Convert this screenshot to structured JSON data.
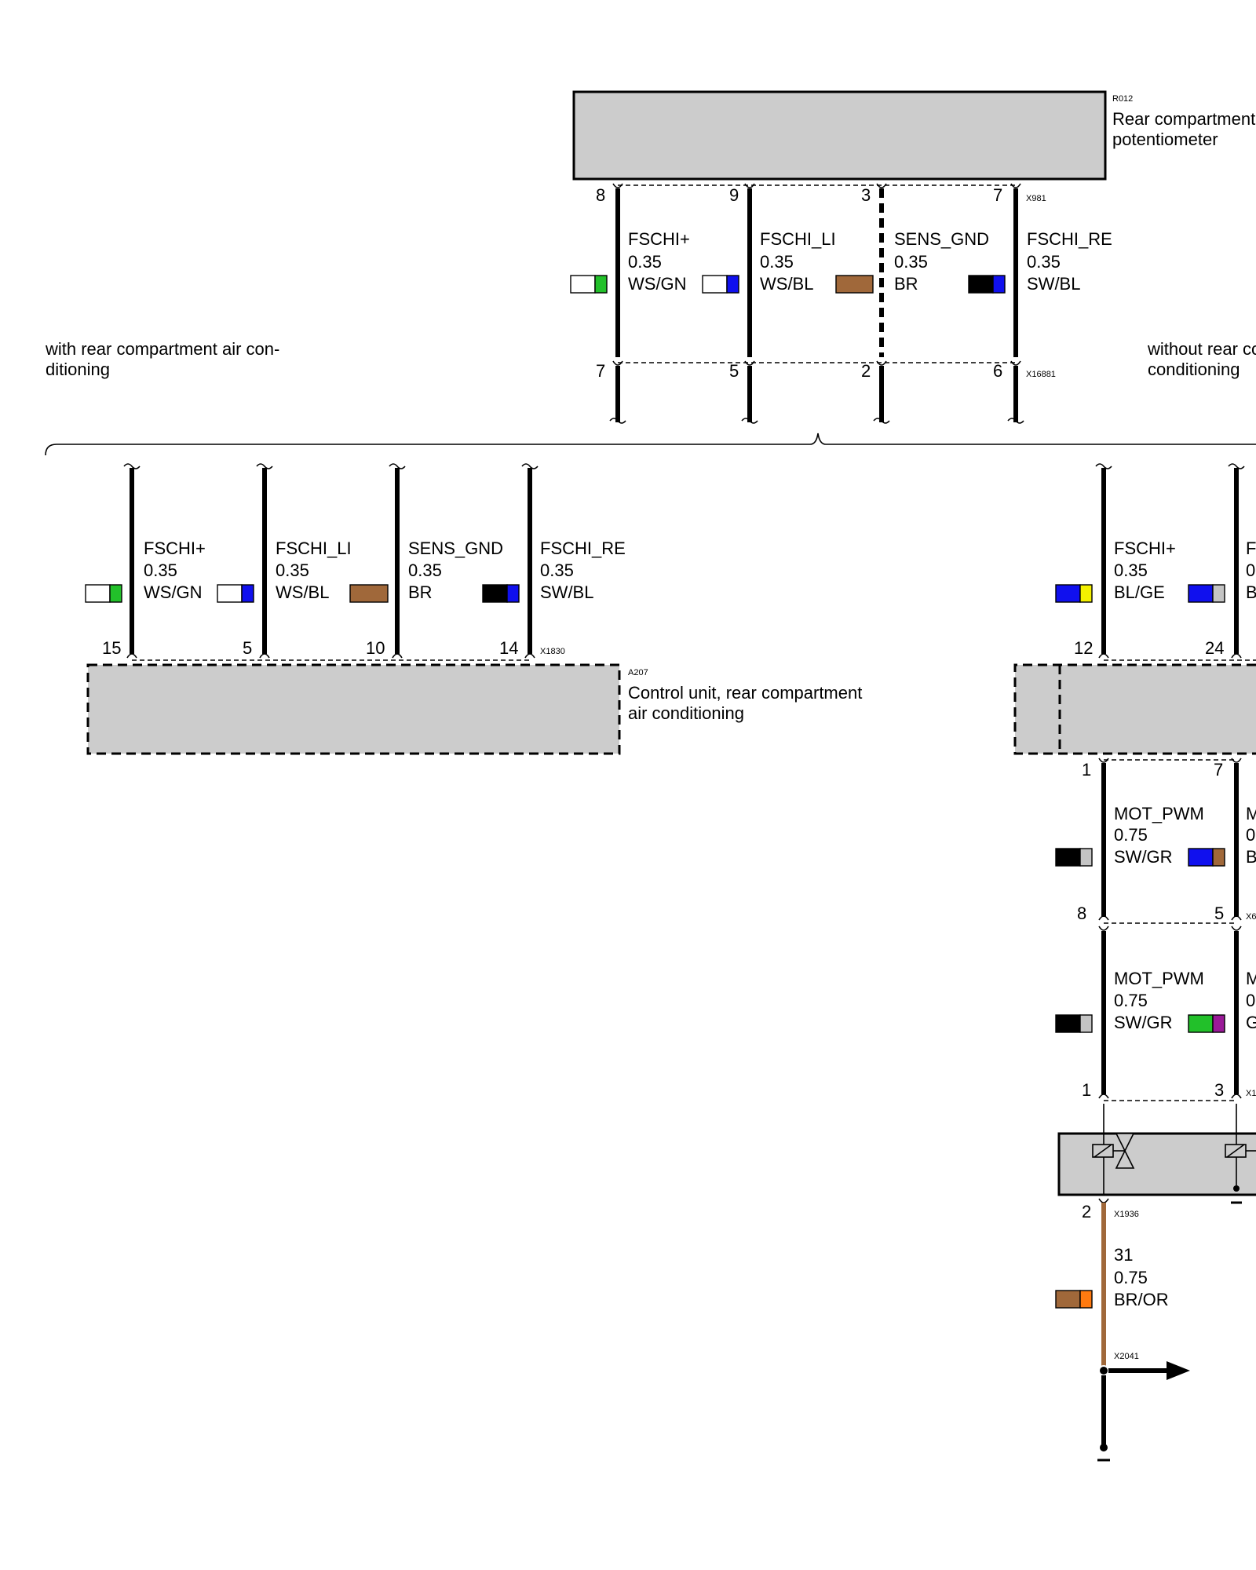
{
  "colors": {
    "WS": "#ffffff",
    "GN": "#22c02a",
    "BL": "#1010ee",
    "BR": "#a0683a",
    "SW": "#000000",
    "GE": "#f3f000",
    "GR": "#c4c4c4",
    "VI": "#9a1a98",
    "OR": "#ff7a10",
    "housing": "#cccccc"
  },
  "components": {
    "r012": {
      "code": "R012",
      "name_line1": "Rear compartment",
      "name_line2": "potentiometer"
    },
    "a207": {
      "code": "A207",
      "name_line1": "Control unit, rear compartment",
      "name_line2": "air conditioning"
    }
  },
  "variants": {
    "with_label_line1": "with rear compartment air con-",
    "with_label_line2": "ditioning",
    "without_label_line1": "without rear co",
    "without_label_line2": "conditioning"
  },
  "connectors": {
    "x981": "X981",
    "x16881": "X16881",
    "x1830": "X1830",
    "x1936": "X1936",
    "x2041": "X2041",
    "x6_partial": "X6",
    "x1_partial": "X1"
  },
  "top_wires": [
    {
      "signal": "FSCHI+",
      "size": "0.35",
      "color": "WS/GN",
      "pin_top": "8",
      "pin_bottom": "7"
    },
    {
      "signal": "FSCHI_LI",
      "size": "0.35",
      "color": "WS/BL",
      "pin_top": "9",
      "pin_bottom": "5"
    },
    {
      "signal": "SENS_GND",
      "size": "0.35",
      "color": "BR",
      "pin_top": "3",
      "pin_bottom": "2"
    },
    {
      "signal": "FSCHI_RE",
      "size": "0.35",
      "color": "SW/BL",
      "pin_top": "7",
      "pin_bottom": "6"
    }
  ],
  "left_wires": [
    {
      "signal": "FSCHI+",
      "size": "0.35",
      "color": "WS/GN",
      "pin": "15"
    },
    {
      "signal": "FSCHI_LI",
      "size": "0.35",
      "color": "WS/BL",
      "pin": "5"
    },
    {
      "signal": "SENS_GND",
      "size": "0.35",
      "color": "BR",
      "pin": "10"
    },
    {
      "signal": "FSCHI_RE",
      "size": "0.35",
      "color": "SW/BL",
      "pin": "14"
    }
  ],
  "right_col1": {
    "w1": {
      "signal": "FSCHI+",
      "size": "0.35",
      "color": "BL/GE",
      "pin": "12"
    },
    "pin_out": "1",
    "w2": {
      "signal": "MOT_PWM",
      "size": "0.75",
      "color": "SW/GR",
      "pin": "8"
    },
    "w3": {
      "signal": "MOT_PWM",
      "size": "0.75",
      "color": "SW/GR",
      "pin_top": "1",
      "pin_bottom": "2"
    },
    "w4": {
      "signal": "31",
      "size": "0.75",
      "color": "BR/OR"
    }
  },
  "right_col2": {
    "w1": {
      "signal_partial": "F",
      "size_partial": "0",
      "color_partial": "B",
      "pin": "24"
    },
    "pin_out": "7",
    "w2": {
      "signal_partial": "M",
      "size_partial": "0",
      "color_partial": "B",
      "pin": "5"
    },
    "w3": {
      "signal_partial": "M",
      "size_partial": "0",
      "color_partial": "G",
      "pin": "3"
    }
  }
}
